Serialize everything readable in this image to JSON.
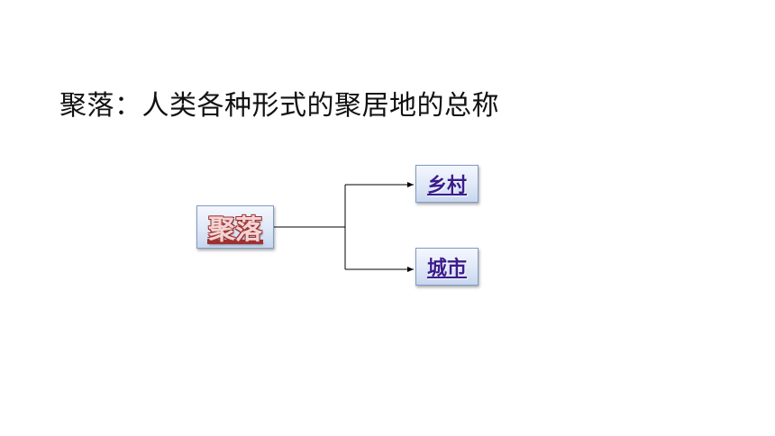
{
  "title": "聚落：人类各种形式的聚居地的总称",
  "diagram": {
    "root": {
      "label": "聚落"
    },
    "children": [
      {
        "label": "乡村"
      },
      {
        "label": "城市"
      }
    ]
  },
  "colors": {
    "root_text_outline": "#a03030",
    "child_text": "#3b1c8c",
    "node_border": "#7f9bc4",
    "connector": "#000000"
  }
}
